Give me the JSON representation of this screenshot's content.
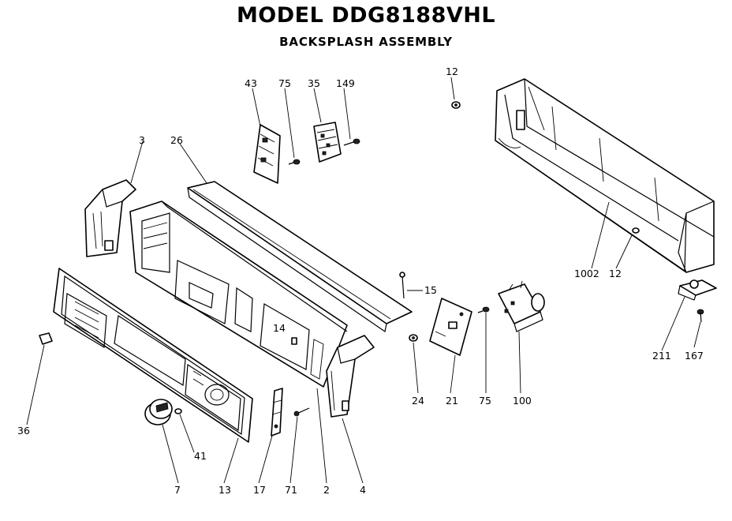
{
  "title": "MODEL DDG8188VHL",
  "subtitle": "BACKSPLASH ASSEMBLY",
  "callouts": {
    "c43": "43",
    "c75a": "75",
    "c35": "35",
    "c149": "149",
    "c12a": "12",
    "c3": "3",
    "c26": "26",
    "c1002": "1002",
    "c12b": "12",
    "c15": "15",
    "c14": "14",
    "c36": "36",
    "c24": "24",
    "c21": "21",
    "c75b": "75",
    "c100": "100",
    "c211": "211",
    "c167": "167",
    "c41": "41",
    "c7": "7",
    "c13": "13",
    "c17": "17",
    "c71": "71",
    "c2": "2",
    "c4": "4"
  }
}
